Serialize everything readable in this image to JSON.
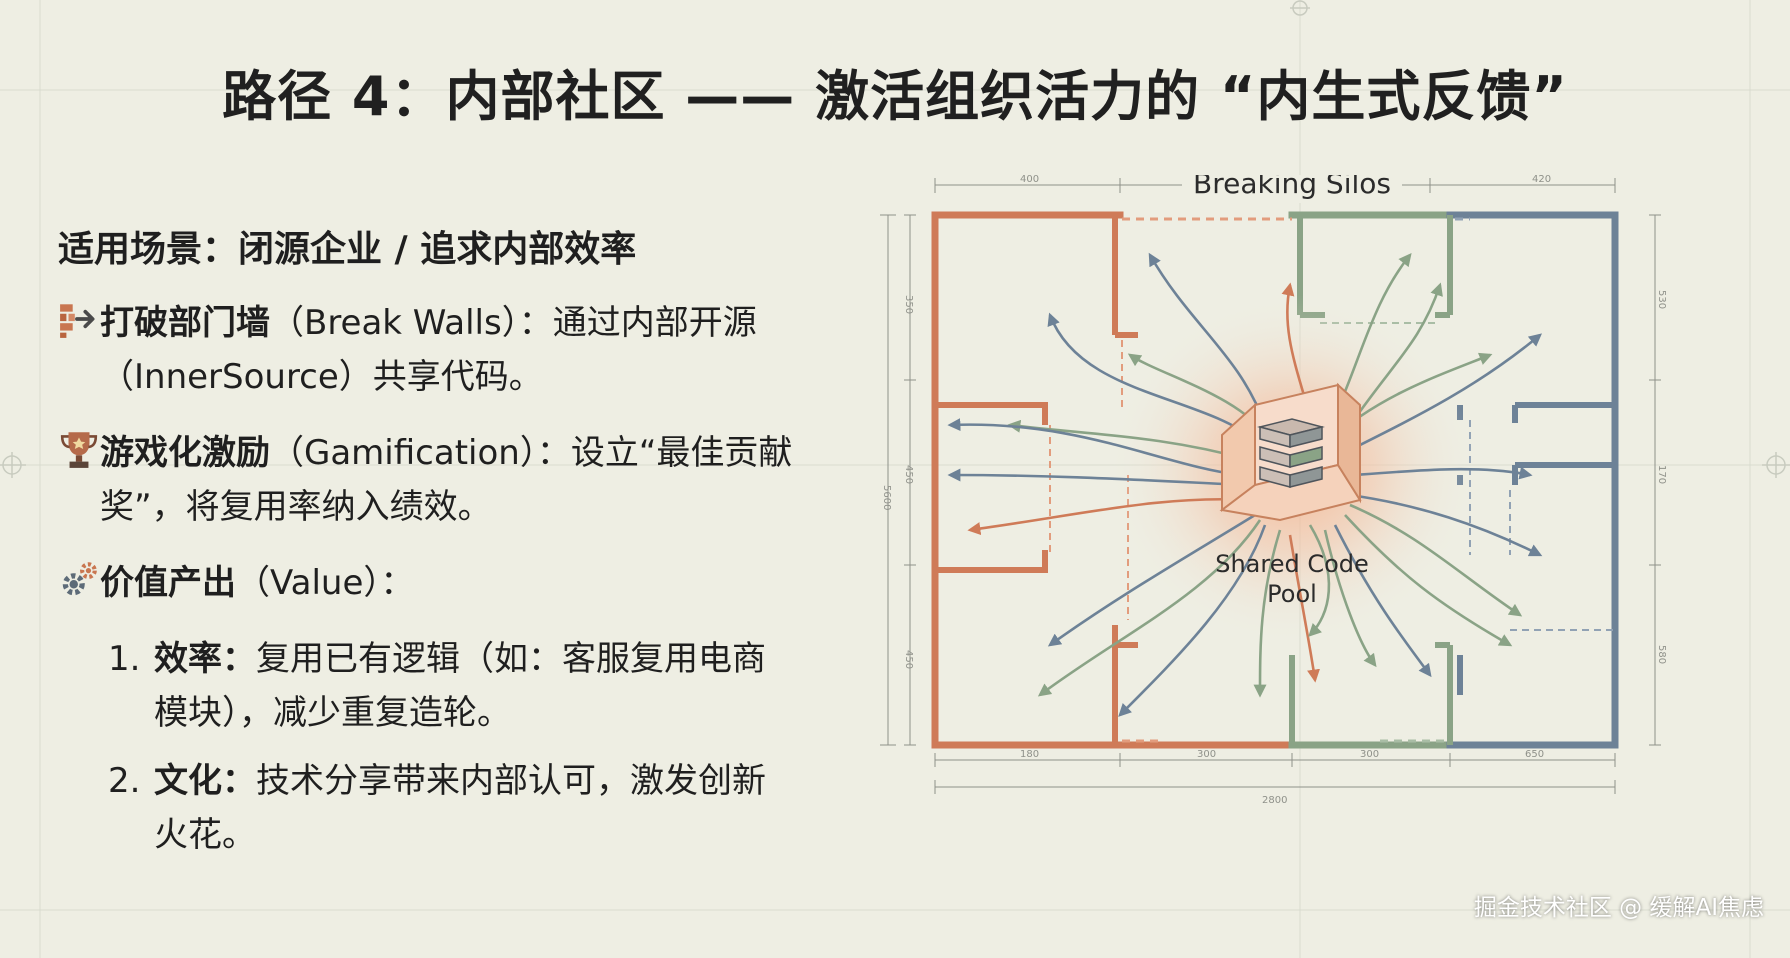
{
  "title": "路径 4：内部社区 —— 激活组织活力的 “内生式反馈”",
  "left": {
    "scene": "适用场景：闭源企业 / 追求内部效率",
    "items": [
      {
        "icon": "brick-wall-icon",
        "heading": "打破部门墙",
        "rest": "（Break Walls）：通过内部开源（InnerSource）共享代码。"
      },
      {
        "icon": "trophy-icon",
        "heading": "游戏化激励",
        "rest": "（Gamification）：设立“最佳贡献奖”，将复用率纳入绩效。"
      },
      {
        "icon": "gears-icon",
        "heading": "价值产出",
        "rest": "（Value）："
      }
    ],
    "subitems": [
      {
        "num": "1.",
        "heading": "效率：",
        "rest": "复用已有逻辑（如：客服复用电商模块），减少重复造轮。"
      },
      {
        "num": "2.",
        "heading": "文化：",
        "rest": "技术分享带来内部认可，激发创新火花。"
      }
    ]
  },
  "diagram": {
    "title": "Breaking Silos",
    "center_label_1": "Shared Code",
    "center_label_2": "Pool",
    "dims": {
      "top_left": "400",
      "top_right": "420",
      "bottom": [
        "180",
        "300",
        "300",
        "650"
      ],
      "total": "2800",
      "left_outer": "5600",
      "left_top": "350",
      "left_mid": "450",
      "left_bot": "450",
      "right_top": "530",
      "right_mid": "170",
      "right_bot": "580"
    },
    "colors": {
      "orange": "#cf7b58",
      "green": "#8aa386",
      "blue": "#6d8297"
    }
  },
  "watermark": "掘金技术社区 @ 缓解AI焦虑"
}
